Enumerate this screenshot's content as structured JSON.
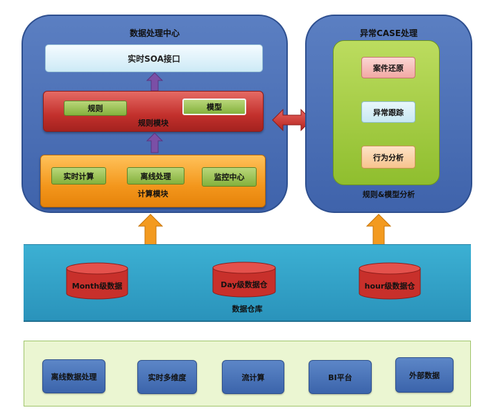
{
  "data_processing_center": {
    "title": "数据处理中心",
    "soa_interface": "实时SOA接口",
    "rule_module": {
      "label": "规则模块",
      "rule": "规则",
      "model": "模型"
    },
    "compute_module": {
      "label": "计算模块",
      "realtime": "实时计算",
      "offline": "离线处理",
      "monitor": "监控中心"
    }
  },
  "anomaly_case": {
    "title": "异常CASE处理",
    "items": [
      "案件还原",
      "异常跟踪",
      "行为分析"
    ],
    "label": "规则&模型分析"
  },
  "data_warehouse": {
    "label": "数据仓库",
    "stores": [
      "Month级数据",
      "Day级数据仓",
      "hour级数据仓"
    ]
  },
  "sources": [
    "离线数据处理",
    "实时多维度",
    "流计算",
    "BI平台",
    "外部数据"
  ],
  "colors": {
    "panel_blue": "#4a6fb5",
    "rule_red": "#c2302c",
    "compute_orange": "#f3961c",
    "case_green": "#8fbe2e",
    "warehouse_teal": "#2a9ec5",
    "arrow_purple": "#7b4fa6",
    "arrow_orange": "#f39a1f",
    "cylinder_red": "#d0322d"
  }
}
